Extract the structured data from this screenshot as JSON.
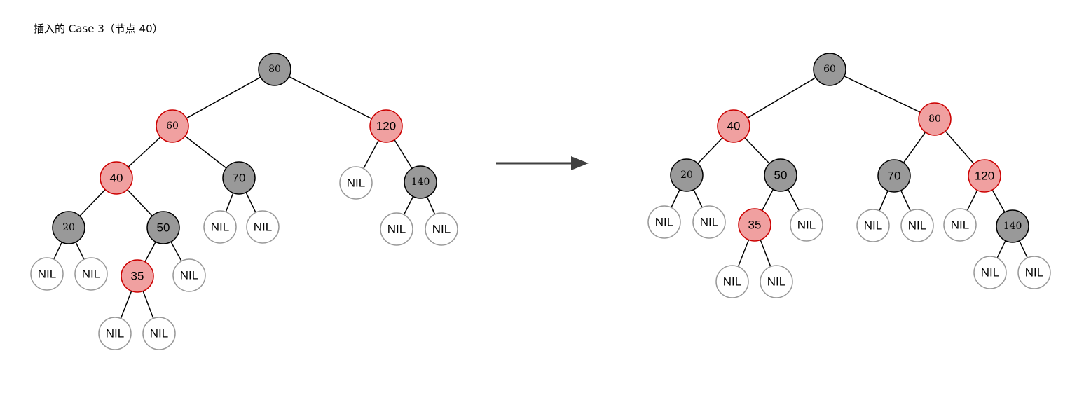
{
  "title": "插入的 Case 3（节点 40）",
  "colors": {
    "black_fill": "#999999",
    "black_stroke": "#000000",
    "red_fill": "#f0a0a0",
    "red_stroke": "#cc0000",
    "nil_fill": "#ffffff",
    "nil_stroke": "#999999",
    "arrow": "#404040"
  },
  "trees": [
    {
      "name": "before",
      "nodes": [
        {
          "id": "b80",
          "label": "80",
          "color": "black",
          "font": "serif"
        },
        {
          "id": "b60",
          "label": "60",
          "color": "red",
          "font": "serif"
        },
        {
          "id": "b120",
          "label": "120",
          "color": "red",
          "font": "sans"
        },
        {
          "id": "b40",
          "label": "40",
          "color": "red",
          "font": "sans"
        },
        {
          "id": "b70",
          "label": "70",
          "color": "black",
          "font": "sans"
        },
        {
          "id": "bnil120",
          "label": "NIL",
          "color": "nil",
          "font": "sans"
        },
        {
          "id": "b140",
          "label": "140",
          "color": "black",
          "font": "serif"
        },
        {
          "id": "b20",
          "label": "20",
          "color": "black",
          "font": "serif"
        },
        {
          "id": "b50",
          "label": "50",
          "color": "black",
          "font": "sans"
        },
        {
          "id": "bnil70a",
          "label": "NIL",
          "color": "nil",
          "font": "sans"
        },
        {
          "id": "bnil70b",
          "label": "NIL",
          "color": "nil",
          "font": "sans"
        },
        {
          "id": "bnil140a",
          "label": "NIL",
          "color": "nil",
          "font": "sans"
        },
        {
          "id": "bnil140b",
          "label": "NIL",
          "color": "nil",
          "font": "sans"
        },
        {
          "id": "bnil20a",
          "label": "NIL",
          "color": "nil",
          "font": "sans"
        },
        {
          "id": "bnil20b",
          "label": "NIL",
          "color": "nil",
          "font": "sans"
        },
        {
          "id": "b35",
          "label": "35",
          "color": "red",
          "font": "sans"
        },
        {
          "id": "bnil50",
          "label": "NIL",
          "color": "nil",
          "font": "sans"
        },
        {
          "id": "bnil35a",
          "label": "NIL",
          "color": "nil",
          "font": "sans"
        },
        {
          "id": "bnil35b",
          "label": "NIL",
          "color": "nil",
          "font": "sans"
        }
      ],
      "edges": [
        [
          "b80",
          "b60"
        ],
        [
          "b80",
          "b120"
        ],
        [
          "b60",
          "b40"
        ],
        [
          "b60",
          "b70"
        ],
        [
          "b120",
          "bnil120"
        ],
        [
          "b120",
          "b140"
        ],
        [
          "b40",
          "b20"
        ],
        [
          "b40",
          "b50"
        ],
        [
          "b70",
          "bnil70a"
        ],
        [
          "b70",
          "bnil70b"
        ],
        [
          "b140",
          "bnil140a"
        ],
        [
          "b140",
          "bnil140b"
        ],
        [
          "b20",
          "bnil20a"
        ],
        [
          "b20",
          "bnil20b"
        ],
        [
          "b50",
          "b35"
        ],
        [
          "b50",
          "bnil50"
        ],
        [
          "b35",
          "bnil35a"
        ],
        [
          "b35",
          "bnil35b"
        ]
      ]
    },
    {
      "name": "after",
      "nodes": [
        {
          "id": "a60",
          "label": "60",
          "color": "black",
          "font": "serif"
        },
        {
          "id": "a40",
          "label": "40",
          "color": "red",
          "font": "sans"
        },
        {
          "id": "a80",
          "label": "80",
          "color": "red",
          "font": "serif"
        },
        {
          "id": "a20",
          "label": "20",
          "color": "black",
          "font": "serif"
        },
        {
          "id": "a50",
          "label": "50",
          "color": "black",
          "font": "sans"
        },
        {
          "id": "a70",
          "label": "70",
          "color": "black",
          "font": "sans"
        },
        {
          "id": "a120",
          "label": "120",
          "color": "red",
          "font": "sans"
        },
        {
          "id": "anil20a",
          "label": "NIL",
          "color": "nil",
          "font": "sans"
        },
        {
          "id": "anil20b",
          "label": "NIL",
          "color": "nil",
          "font": "sans"
        },
        {
          "id": "a35",
          "label": "35",
          "color": "red",
          "font": "sans"
        },
        {
          "id": "anil50",
          "label": "NIL",
          "color": "nil",
          "font": "sans"
        },
        {
          "id": "anil70a",
          "label": "NIL",
          "color": "nil",
          "font": "sans"
        },
        {
          "id": "anil70b",
          "label": "NIL",
          "color": "nil",
          "font": "sans"
        },
        {
          "id": "anil120",
          "label": "NIL",
          "color": "nil",
          "font": "sans"
        },
        {
          "id": "a140",
          "label": "140",
          "color": "black",
          "font": "serif"
        },
        {
          "id": "anil35a",
          "label": "NIL",
          "color": "nil",
          "font": "sans"
        },
        {
          "id": "anil35b",
          "label": "NIL",
          "color": "nil",
          "font": "sans"
        },
        {
          "id": "anil140a",
          "label": "NIL",
          "color": "nil",
          "font": "sans"
        },
        {
          "id": "anil140b",
          "label": "NIL",
          "color": "nil",
          "font": "sans"
        }
      ],
      "edges": [
        [
          "a60",
          "a40"
        ],
        [
          "a60",
          "a80"
        ],
        [
          "a40",
          "a20"
        ],
        [
          "a40",
          "a50"
        ],
        [
          "a80",
          "a70"
        ],
        [
          "a80",
          "a120"
        ],
        [
          "a20",
          "anil20a"
        ],
        [
          "a20",
          "anil20b"
        ],
        [
          "a50",
          "a35"
        ],
        [
          "a50",
          "anil50"
        ],
        [
          "a70",
          "anil70a"
        ],
        [
          "a70",
          "anil70b"
        ],
        [
          "a120",
          "anil120"
        ],
        [
          "a120",
          "a140"
        ],
        [
          "a35",
          "anil35a"
        ],
        [
          "a35",
          "anil35b"
        ],
        [
          "a140",
          "anil140a"
        ],
        [
          "a140",
          "anil140b"
        ]
      ]
    }
  ]
}
